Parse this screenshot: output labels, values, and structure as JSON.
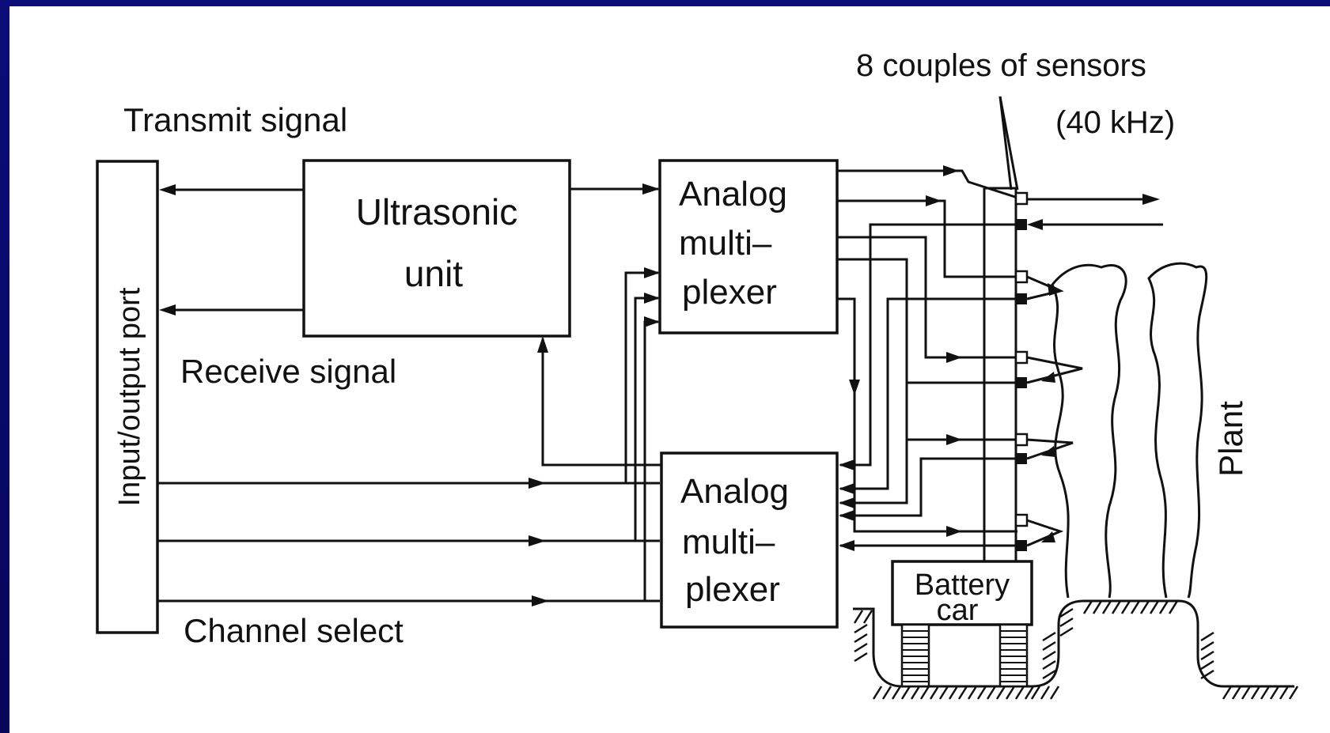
{
  "diagram": {
    "io_port_label": "Input/output port",
    "ultrasonic_line1": "Ultrasonic",
    "ultrasonic_line2": "unit",
    "mux_top_line1": "Analog",
    "mux_top_line2": "multi–",
    "mux_top_line3": "plexer",
    "mux_bottom_line1": "Analog",
    "mux_bottom_line2": "multi–",
    "mux_bottom_line3": "plexer",
    "transmit_signal": "Transmit signal",
    "receive_signal": "Receive signal",
    "channel_select": "Channel select",
    "sensors_line1": "8 couples of sensors",
    "sensors_line2": "(40 kHz)",
    "battery_line1": "Battery",
    "battery_line2": "car",
    "plant": "Plant"
  },
  "colors": {
    "frame": "#0a0a6e",
    "panel": "#ffffff",
    "ink": "#111111"
  }
}
